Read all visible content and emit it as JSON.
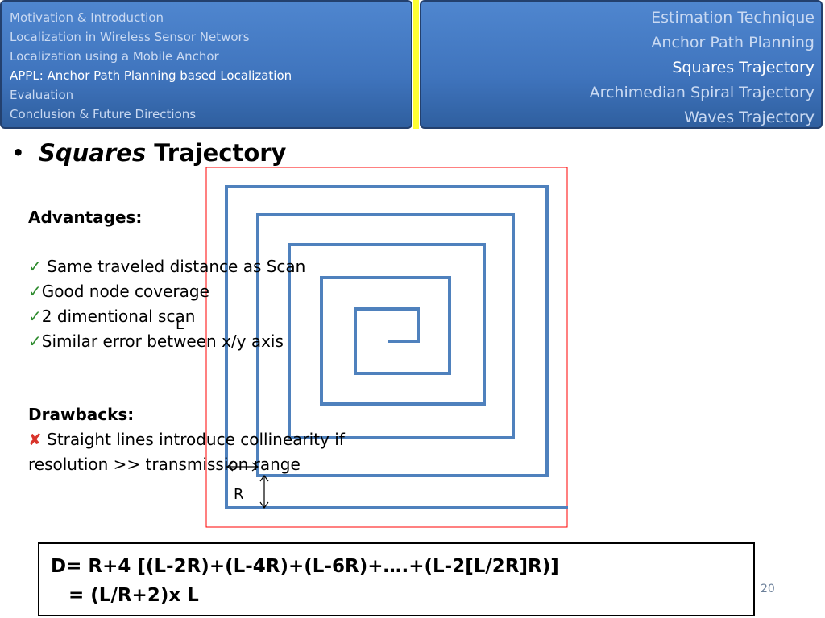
{
  "nav": {
    "sections": [
      {
        "label": "Motivation & Introduction",
        "active": false
      },
      {
        "label": "Localization in Wireless Sensor Networs",
        "active": false
      },
      {
        "label": "Localization using a Mobile Anchor",
        "active": false
      },
      {
        "label": "APPL: Anchor Path Planning based Localization",
        "active": true
      },
      {
        "label": "Evaluation",
        "active": false
      },
      {
        "label": "Conclusion & Future Directions",
        "active": false
      }
    ],
    "subsections": [
      {
        "label": "Estimation Technique",
        "active": false
      },
      {
        "label": "Anchor Path Planning",
        "active": false
      },
      {
        "label": "Squares Trajectory",
        "active": true
      },
      {
        "label": "Archimedian Spiral Trajectory",
        "active": false
      },
      {
        "label": "Waves Trajectory",
        "active": false
      }
    ],
    "colors": {
      "box": "#3f74bd",
      "divider": "#ffff33",
      "inactive_text": "#c9d9f2",
      "active_text": "#ffffff"
    }
  },
  "title": {
    "bullet": "•",
    "italic": "Squares",
    "rest": " Trajectory"
  },
  "advantages": {
    "heading": "Advantages:",
    "items": [
      " Same traveled distance as Scan",
      "Good node coverage",
      "2 dimentional scan",
      "Similar error between x/y axis"
    ]
  },
  "drawbacks": {
    "heading": "Drawbacks:",
    "line1": " Straight lines introduce collinearity if",
    "line2": "resolution >> transmission range"
  },
  "diagram": {
    "label_L": "L",
    "label_R": "R",
    "path_color": "#4f81bd",
    "frame_color": "#ff0000"
  },
  "formula": {
    "line1": "D= R+4 [(L-2R)+(L-4R)+(L-6R)+….+(L-2[L/2R]R)]",
    "line2": "= (L/R+2)x L"
  },
  "page_number": "20",
  "icons": {
    "check": "✓",
    "cross": "✘"
  }
}
